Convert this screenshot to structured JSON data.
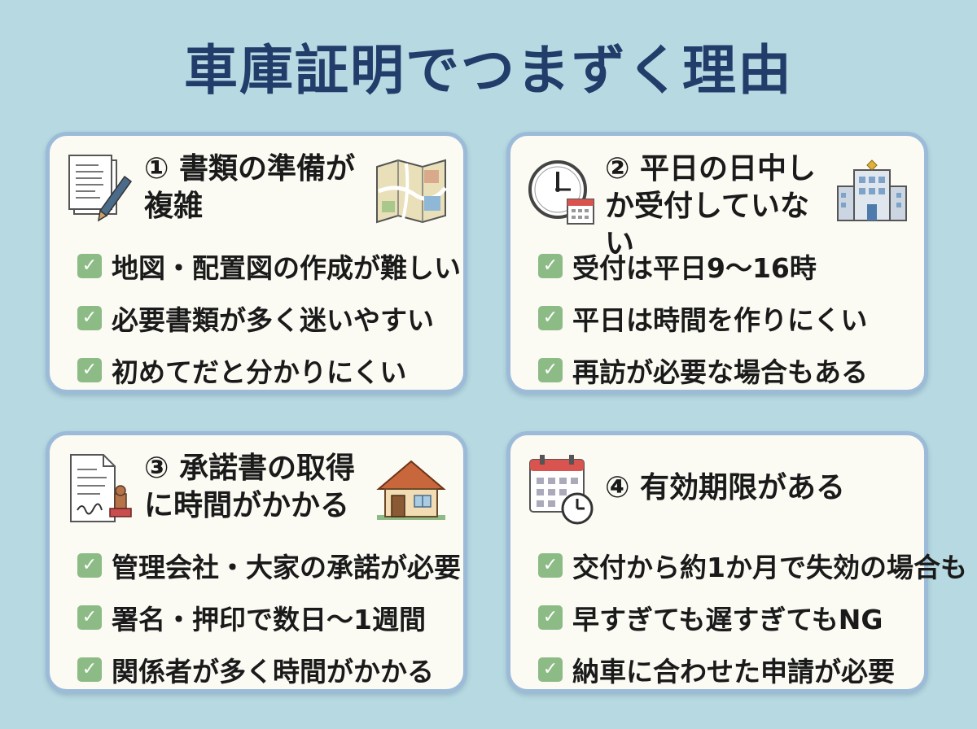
{
  "title": "車庫証明でつまずく理由",
  "cards": [
    {
      "title": "① 書類の準備が複雑",
      "items": [
        "地図・配置図の作成が難しい",
        "必要書類が多く迷いやすい",
        "初めてだと分かりにくい"
      ],
      "icons": [
        "document-pen-icon",
        "map-icon"
      ]
    },
    {
      "title": "② 平日の日中しか受付していない",
      "items": [
        "受付は平日9～16時",
        "平日は時間を作りにくい",
        "再訪が必要な場合もある"
      ],
      "icons": [
        "clock-calendar-icon",
        "police-station-icon"
      ]
    },
    {
      "title": "③ 承諾書の取得に時間がかかる",
      "items": [
        "管理会社・大家の承諾が必要",
        "署名・押印で数日～1週間",
        "関係者が多く時間がかかる"
      ],
      "icons": [
        "document-stamp-icon",
        "house-icon"
      ]
    },
    {
      "title": "④ 有効期限がある",
      "items": [
        "交付から約1か月で失効の場合も",
        "早すぎても遅すぎてもNG",
        "納車に合わせた申請が必要"
      ],
      "icons": [
        "calendar-clock-icon"
      ]
    }
  ],
  "check_mark": "✓",
  "colors": {
    "background": "#b7d9e2",
    "title": "#233d6b",
    "card_border": "#9cbbd8",
    "card_bg": "#fbfaf3",
    "check": "#8dbb86"
  }
}
